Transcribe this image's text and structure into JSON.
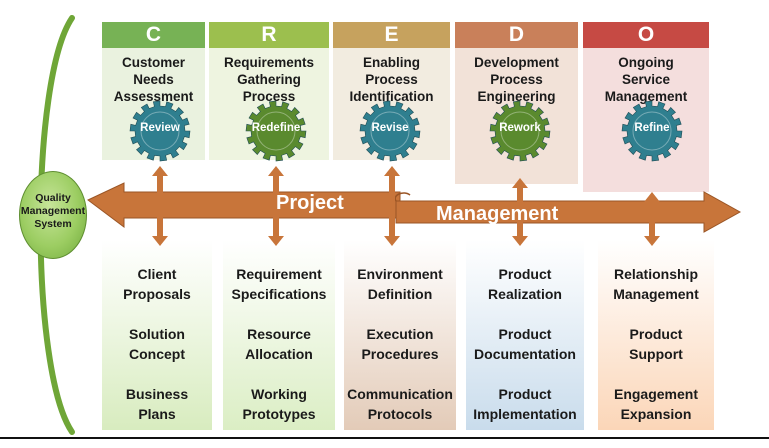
{
  "stages": [
    {
      "letter": "C",
      "title": "Customer\nNeeds\nAssessment",
      "action": "Review",
      "color": "#77b255",
      "card": "#eaf2df",
      "bottom_items": [
        "Client\nProposals",
        "Solution\nConcept",
        "Business\nPlans"
      ],
      "bottom_color": "#d8ecbf"
    },
    {
      "letter": "R",
      "title": "Requirements\nGathering\nProcess",
      "action": "Redefine",
      "color": "#9cbf4e",
      "card": "#eef4e0",
      "bottom_items": [
        "Requirement\nSpecifications",
        "Resource\nAllocation",
        "Working\nPrototypes"
      ],
      "bottom_color": "#dbeec4"
    },
    {
      "letter": "E",
      "title": "Enabling\nProcess\nIdentification",
      "action": "Revise",
      "color": "#c6a25e",
      "card": "#f2ece0",
      "bottom_items": [
        "Environment\nDefinition",
        "Execution\nProcedures",
        "Communication\nProtocols"
      ],
      "bottom_color": "#e3cbb8"
    },
    {
      "letter": "D",
      "title": "Development\nProcess\nEngineering",
      "action": "Rework",
      "color": "#c9805a",
      "card": "#f2e2d8",
      "bottom_items": [
        "Product\nRealization",
        "Product\nDocumentation",
        "Product\nImplementation"
      ],
      "bottom_color": "#c9dcec"
    },
    {
      "letter": "O",
      "title": "Ongoing\nService\nManagement",
      "action": "Refine",
      "color": "#c64a44",
      "card": "#f4dedd",
      "bottom_items": [
        "Relationship\nManagement",
        "Product\nSupport",
        "Engagement\nExpansion"
      ],
      "bottom_color": "#fbd6b8"
    }
  ],
  "banner": {
    "word1": "Project",
    "word2": "Management",
    "color": "#c8753a"
  },
  "qms": {
    "label": "Quality\nManagement\nSystem"
  },
  "colors": {
    "gear_teal": "#2f7f8f",
    "gear_green": "#5a8a2e",
    "connector": "#c8753a"
  }
}
